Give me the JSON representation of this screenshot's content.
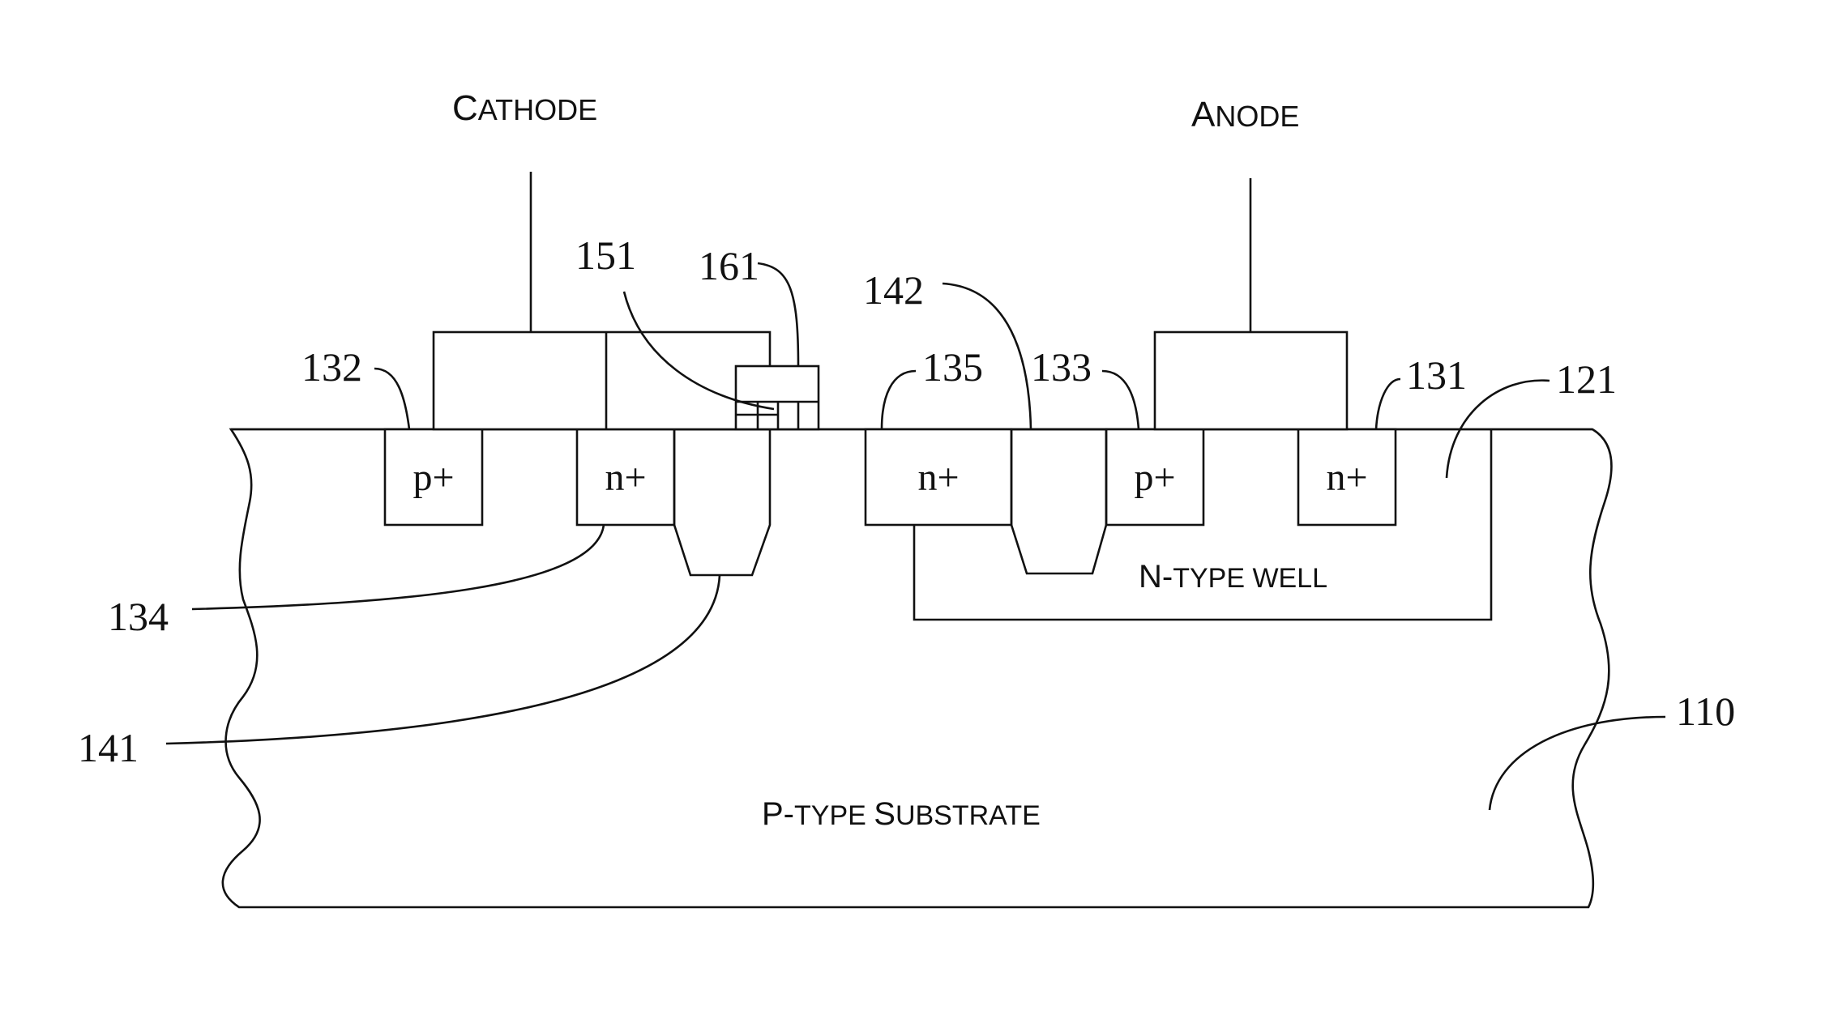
{
  "terminals": {
    "cathode": {
      "cap": "C",
      "rest": "ATHODE"
    },
    "anode": {
      "cap": "A",
      "rest": "NODE"
    }
  },
  "regions": {
    "nwell": {
      "cap": "N-",
      "rest": "TYPE WELL"
    },
    "substrate": {
      "cap1": "P-",
      "rest1": "TYPE ",
      "cap2": "S",
      "rest2": "UBSTRATE"
    }
  },
  "dopants": {
    "cathode_p": "p+",
    "cathode_n": "n+",
    "well_n_left": "n+",
    "anode_p": "p+",
    "well_n_right": "n+"
  },
  "refs": {
    "r110": "110",
    "r121": "121",
    "r131": "131",
    "r132": "132",
    "r133": "133",
    "r134": "134",
    "r135": "135",
    "r141": "141",
    "r142": "142",
    "r151": "151",
    "r161": "161"
  }
}
